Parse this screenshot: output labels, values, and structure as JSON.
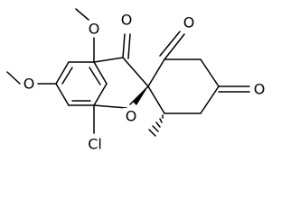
{
  "molecule": {
    "labels": {
      "o_methoxy_4": "O",
      "o_methoxy_6": "O",
      "o_ketone_3": "O",
      "o_ketone_2p": "O",
      "o_ketone_4p": "O",
      "o_ring": "O",
      "cl": "Cl"
    },
    "colors": {
      "bond": "#000000",
      "text": "#000000",
      "background": "#ffffff"
    }
  }
}
